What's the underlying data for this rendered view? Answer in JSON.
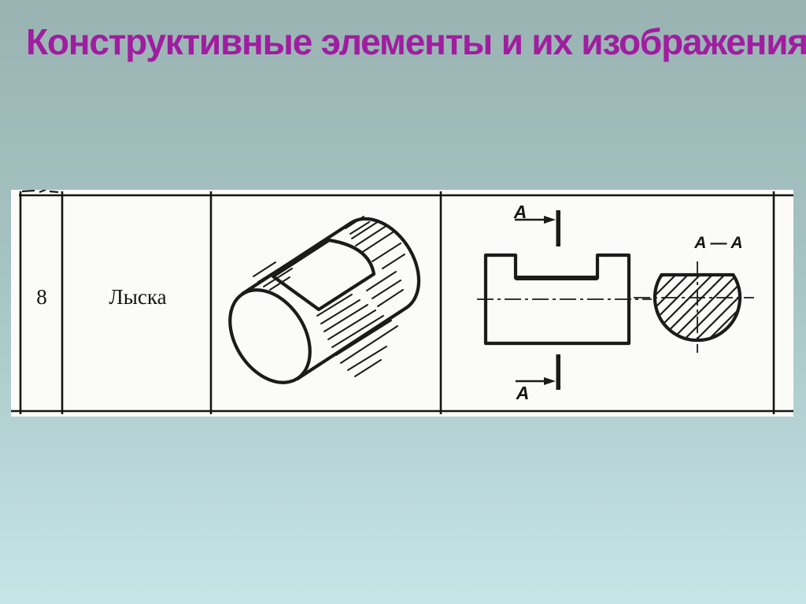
{
  "slide": {
    "title": "Конструктивные элементы и их изображения"
  },
  "palette": {
    "title_color": "#A01DA0",
    "background_top": "#99B3B2",
    "background_bottom": "#C6E5E6",
    "panel_color": "#FBFBFA",
    "ink_color": "#1B1B1B"
  },
  "table": {
    "row_number": "8",
    "element_name": "Лыска"
  },
  "section": {
    "label_top": "A",
    "label_bottom": "A",
    "view_label": "A — A"
  }
}
